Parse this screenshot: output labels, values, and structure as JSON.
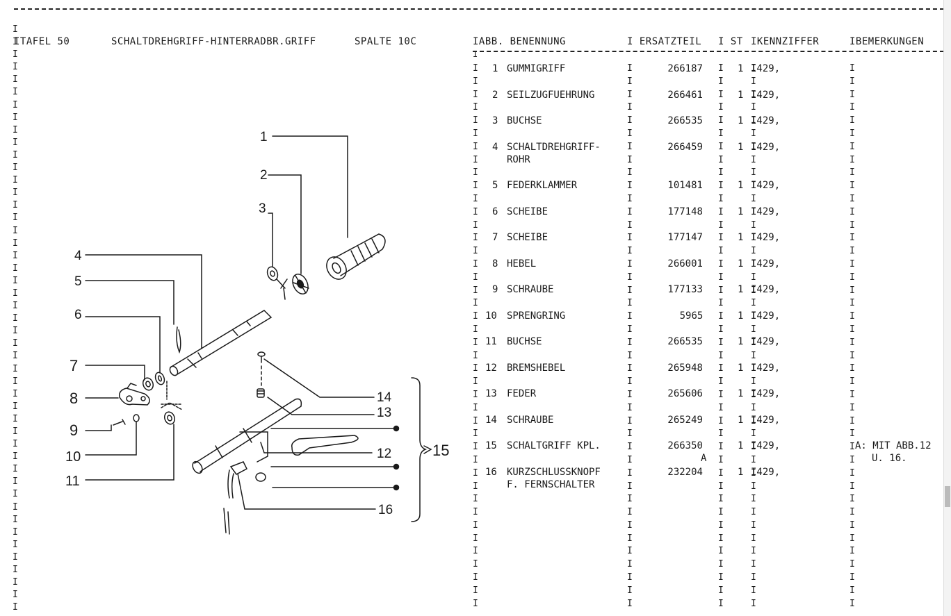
{
  "header": {
    "tafel": "ITAFEL 50",
    "title": "SCHALTDREHGRIFF-HINTERRADBR.GRIFF",
    "spalte": "SPALTE 10C",
    "col_abb": "IABB. BENENNUNG",
    "col_ersatzteil": "I ERSATZTEIL",
    "col_st": "I ST",
    "col_kennziffer": "IKENNZIFFER",
    "col_bemerkungen": "IBEMERKUNGEN",
    "top_marker": "I"
  },
  "parts": [
    {
      "abb": "1",
      "name": "GUMMIGRIFF",
      "name2": "",
      "ersatzteil": "266187",
      "flag": "",
      "st": "1",
      "kennziffer": "I429,",
      "bemerkung": "",
      "bemerkung2": ""
    },
    {
      "abb": "2",
      "name": "SEILZUGFUEHRUNG",
      "name2": "",
      "ersatzteil": "266461",
      "flag": "",
      "st": "1",
      "kennziffer": "I429,",
      "bemerkung": "",
      "bemerkung2": ""
    },
    {
      "abb": "3",
      "name": "BUCHSE",
      "name2": "",
      "ersatzteil": "266535",
      "flag": "",
      "st": "1",
      "kennziffer": "I429,",
      "bemerkung": "",
      "bemerkung2": ""
    },
    {
      "abb": "4",
      "name": "SCHALTDREHGRIFF-",
      "name2": "ROHR",
      "ersatzteil": "266459",
      "flag": "",
      "st": "1",
      "kennziffer": "I429,",
      "bemerkung": "",
      "bemerkung2": ""
    },
    {
      "abb": "5",
      "name": "FEDERKLAMMER",
      "name2": "",
      "ersatzteil": "101481",
      "flag": "",
      "st": "1",
      "kennziffer": "I429,",
      "bemerkung": "",
      "bemerkung2": ""
    },
    {
      "abb": "6",
      "name": "SCHEIBE",
      "name2": "",
      "ersatzteil": "177148",
      "flag": "",
      "st": "1",
      "kennziffer": "I429,",
      "bemerkung": "",
      "bemerkung2": ""
    },
    {
      "abb": "7",
      "name": "SCHEIBE",
      "name2": "",
      "ersatzteil": "177147",
      "flag": "",
      "st": "1",
      "kennziffer": "I429,",
      "bemerkung": "",
      "bemerkung2": ""
    },
    {
      "abb": "8",
      "name": "HEBEL",
      "name2": "",
      "ersatzteil": "266001",
      "flag": "",
      "st": "1",
      "kennziffer": "I429,",
      "bemerkung": "",
      "bemerkung2": ""
    },
    {
      "abb": "9",
      "name": "SCHRAUBE",
      "name2": "",
      "ersatzteil": "177133",
      "flag": "",
      "st": "1",
      "kennziffer": "I429,",
      "bemerkung": "",
      "bemerkung2": ""
    },
    {
      "abb": "10",
      "name": "SPRENGRING",
      "name2": "",
      "ersatzteil": "5965",
      "flag": "",
      "st": "1",
      "kennziffer": "I429,",
      "bemerkung": "",
      "bemerkung2": ""
    },
    {
      "abb": "11",
      "name": "BUCHSE",
      "name2": "",
      "ersatzteil": "266535",
      "flag": "",
      "st": "1",
      "kennziffer": "I429,",
      "bemerkung": "",
      "bemerkung2": ""
    },
    {
      "abb": "12",
      "name": "BREMSHEBEL",
      "name2": "",
      "ersatzteil": "265948",
      "flag": "",
      "st": "1",
      "kennziffer": "I429,",
      "bemerkung": "",
      "bemerkung2": ""
    },
    {
      "abb": "13",
      "name": "FEDER",
      "name2": "",
      "ersatzteil": "265606",
      "flag": "",
      "st": "1",
      "kennziffer": "I429,",
      "bemerkung": "",
      "bemerkung2": ""
    },
    {
      "abb": "14",
      "name": "SCHRAUBE",
      "name2": "",
      "ersatzteil": "265249",
      "flag": "",
      "st": "1",
      "kennziffer": "I429,",
      "bemerkung": "",
      "bemerkung2": ""
    },
    {
      "abb": "15",
      "name": "SCHALTGRIFF KPL.",
      "name2": "",
      "ersatzteil": "266350",
      "flag": "A",
      "st": "1",
      "kennziffer": "I429,",
      "bemerkung": "A: MIT ABB.12",
      "bemerkung2": "U. 16."
    },
    {
      "abb": "16",
      "name": "KURZSCHLUSSKNOPF",
      "name2": "F. FERNSCHALTER",
      "ersatzteil": "232204",
      "flag": "",
      "st": "1",
      "kennziffer": "I429,",
      "bemerkung": "",
      "bemerkung2": ""
    }
  ],
  "diagram": {
    "callouts": [
      "1",
      "2",
      "3",
      "4",
      "5",
      "6",
      "7",
      "8",
      "9",
      "10",
      "11",
      "12",
      "13",
      "14",
      "15",
      "16"
    ]
  }
}
